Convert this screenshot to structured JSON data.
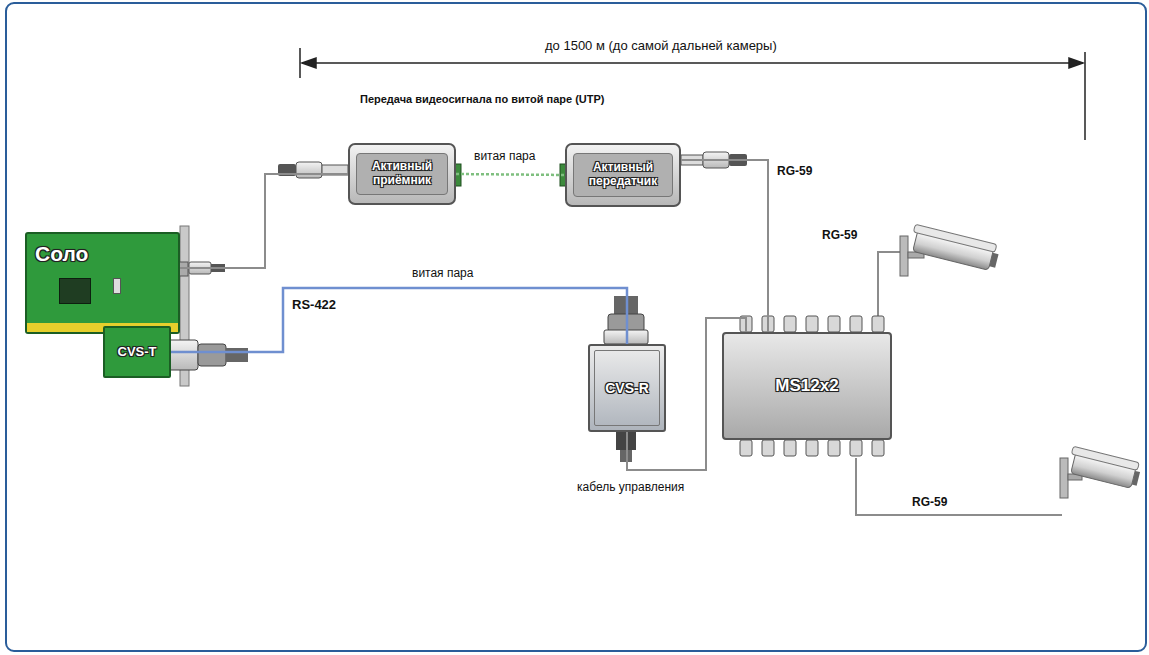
{
  "diagram": {
    "nodes": [
      {
        "text": [
          "Активный приёмник"
        ]
      },
      {
        "text": [
          "Активный передатчик"
        ]
      },
      {
        "text": [
          "Соло"
        ]
      },
      {
        "text": [
          "CVS-T"
        ]
      },
      {
        "text": [
          "CVS-R"
        ]
      },
      {
        "text": [
          "MS12x2"
        ]
      }
    ],
    "edges": [
      {
        "from": 2,
        "to": 0,
        "arrow": "none"
      },
      {
        "from": 0,
        "to": 1,
        "label": "витая пара",
        "arrow": "none"
      },
      {
        "from": 1,
        "to": 5,
        "label": "RG-59",
        "arrow": "none"
      },
      {
        "from": 3,
        "to": 4,
        "label": "витая пара",
        "arrow": "none"
      },
      {
        "from": 4,
        "to": 5,
        "label": "кабель управления",
        "arrow": "none"
      }
    ],
    "labels": [
      "до 1500 м (до самой дальней камеры)",
      "Передача видеосигнала по витой паре (UTP)",
      "RS-422",
      "RG-59",
      "RG-59"
    ]
  }
}
